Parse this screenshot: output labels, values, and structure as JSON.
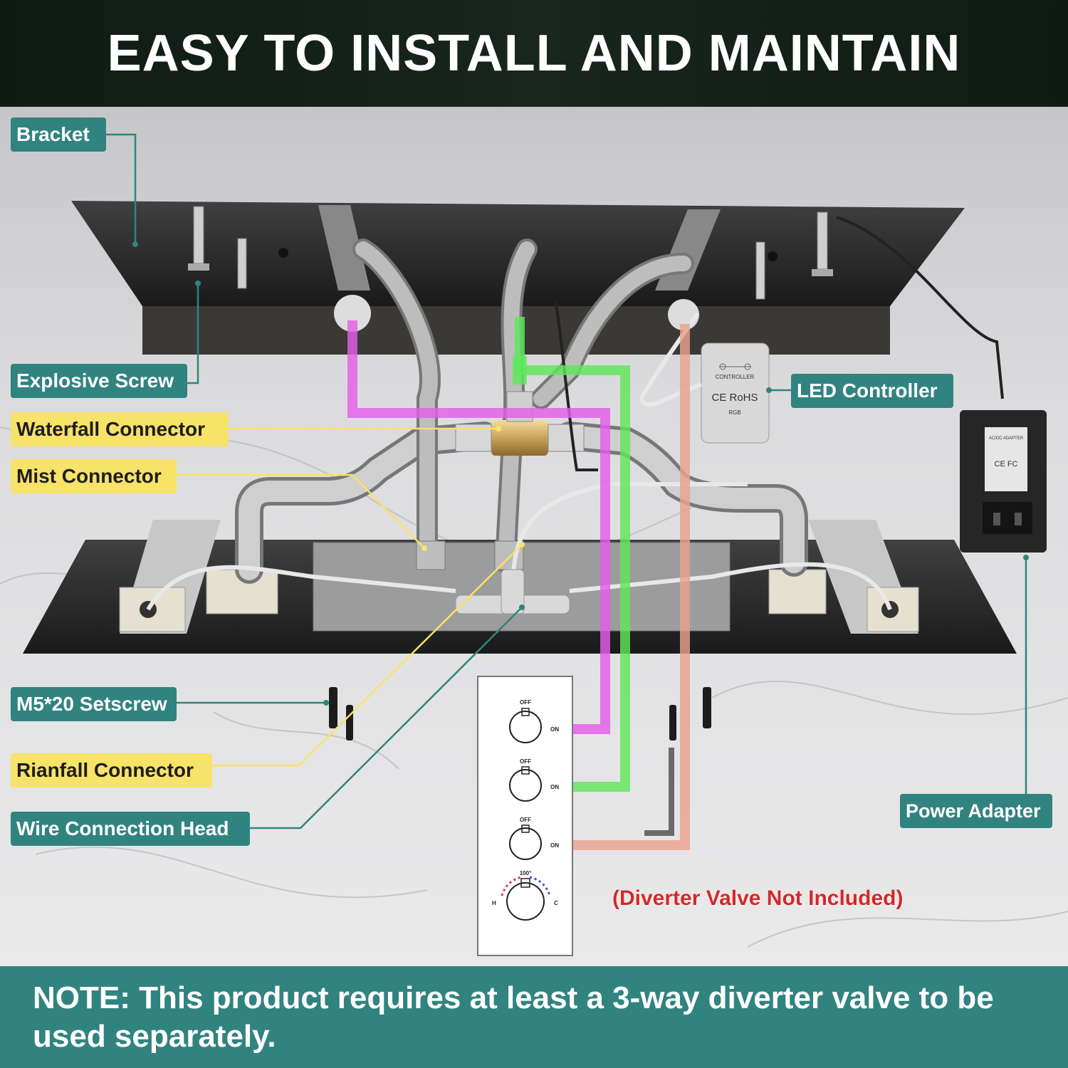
{
  "header": {
    "title": "EASY TO INSTALL AND MAINTAIN"
  },
  "callouts": {
    "bracket": "Bracket",
    "explosive_screw": "Explosive Screw",
    "waterfall_connector": "Waterfall Connector",
    "mist_connector": "Mist Connector",
    "m5_setscrew": "M5*20 Setscrew",
    "rianfall_connector": "Rianfall Connector",
    "wire_connection_head": "Wire Connection Head",
    "led_controller": "LED Controller",
    "power_adapter": "Power Adapter"
  },
  "controller": {
    "brand": "CONTROLLER",
    "certs": "CE RoHS",
    "mode": "RGB"
  },
  "adapter": {
    "title": "AC/DC ADAPTER",
    "certs": "CE FC"
  },
  "valve": {
    "off_label": "OFF",
    "on_label": "ON",
    "temp_label": "100°",
    "hot_label": "H",
    "cold_label": "C"
  },
  "diverter_note": "(Diverter Valve Not Included)",
  "footer": {
    "note": "NOTE: This product requires at least a 3-way diverter valve to be used separately."
  },
  "colors": {
    "teal": "#318380",
    "yellow_label": "#f7e26a",
    "waterfall_line": "#e45ee8",
    "rainfall_line": "#5ee85a",
    "mist_line": "#eaa28e",
    "header_bg": "#0f1b14",
    "note_red": "#d42828"
  },
  "icons": [
    "explosive-screw-icon",
    "setscrew-icon",
    "hex-key-icon",
    "valve-knob-icon",
    "plug-icon"
  ]
}
